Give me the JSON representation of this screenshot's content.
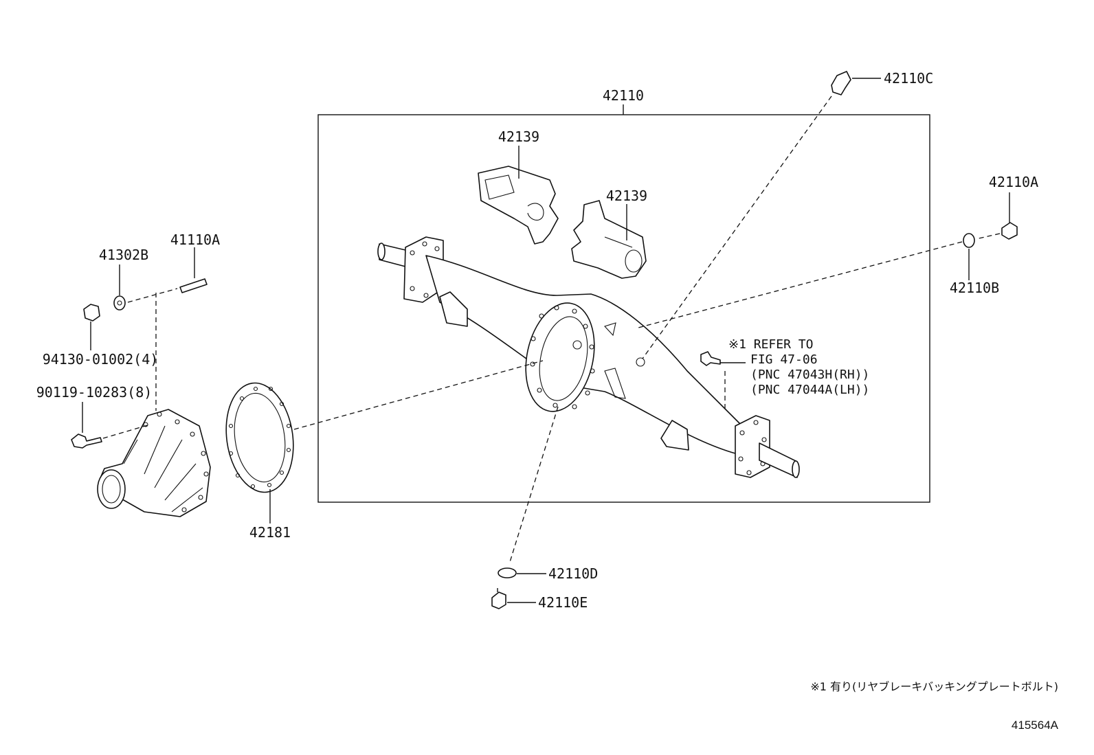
{
  "labels": {
    "axle_housing": "42110",
    "breather_plug": "42110C",
    "bracket_a": "42139",
    "bracket_b": "42139",
    "drain_plug_a": "42110A",
    "gasket_b": "42110B",
    "washer_41302b": "41302B",
    "stud_41110a": "41110A",
    "nut_94130": "94130-01002(4)",
    "bolt_90119": "90119-10283(8)",
    "gasket_42181": "42181",
    "gasket_42110d": "42110D",
    "plug_42110e": "42110E"
  },
  "refer_note": {
    "line1": "※1 REFER TO",
    "line2": "FIG 47-06",
    "line3": "(PNC 47043H(RH))",
    "line4": "(PNC 47044A(LH))"
  },
  "footnote": "※1 有り(リヤブレーキバッキングプレートボルト)",
  "diagram_id": "415564A"
}
